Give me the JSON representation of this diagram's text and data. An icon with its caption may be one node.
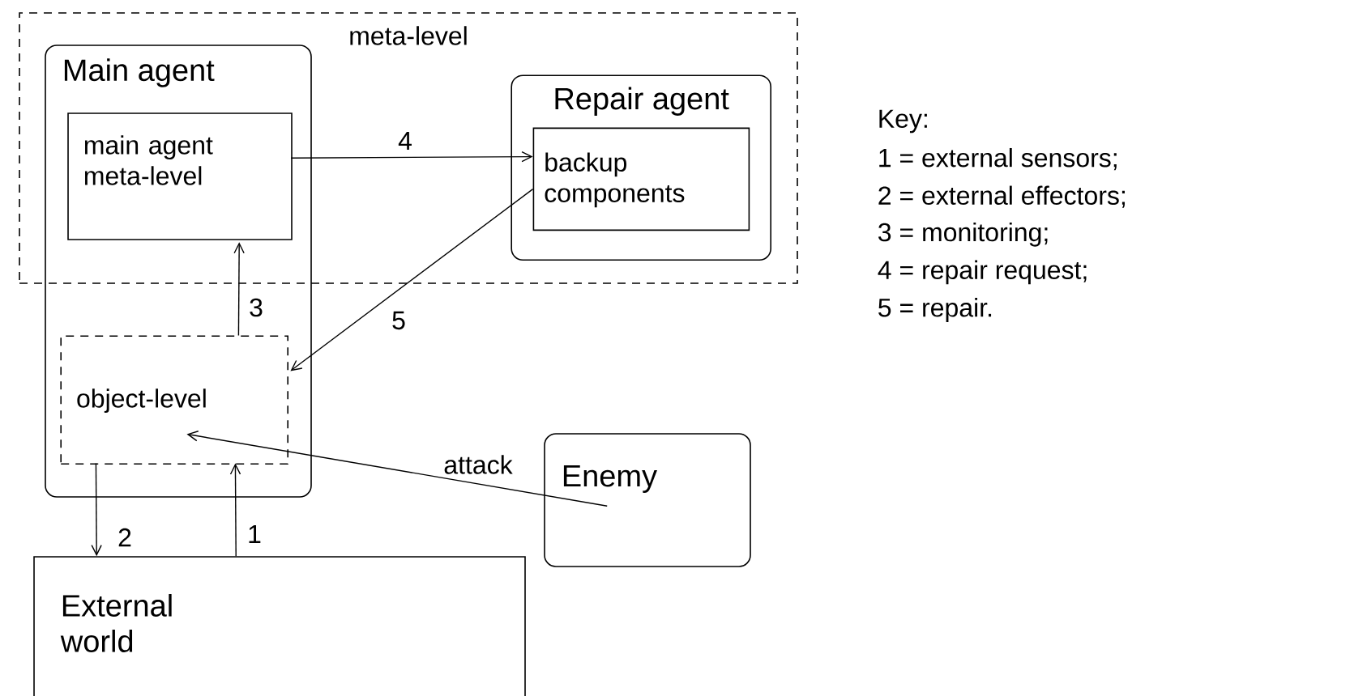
{
  "diagram": {
    "nodes": [
      {
        "text": [
          "meta-level"
        ]
      },
      {
        "text": [
          "Main agent"
        ]
      },
      {
        "text": [
          "main agent meta-level"
        ]
      },
      {
        "text": [
          "Repair agent"
        ],
        "in": 0
      },
      {
        "text": [
          "backup components"
        ],
        "in": 3
      },
      {
        "text": [
          "object-level"
        ],
        "in": 1
      },
      {
        "text": [
          "Enemy"
        ]
      },
      {
        "text": [
          "External world"
        ]
      }
    ],
    "edges": [
      {
        "from": 2,
        "to": 4,
        "arrow": "to",
        "label": "4"
      },
      {
        "from": 5,
        "to": 2,
        "arrow": "to",
        "label": "3"
      },
      {
        "from": 4,
        "to": 5,
        "arrow": "to",
        "label": "5"
      },
      {
        "from": 6,
        "to": 5,
        "arrow": "to",
        "label": "attack"
      },
      {
        "from": 5,
        "to": 7,
        "arrow": "to",
        "label": "2"
      },
      {
        "from": 7,
        "to": 5,
        "arrow": "to",
        "label": "1"
      }
    ],
    "labels": [
      "Key:",
      "1 = external sensors;",
      "2 = external effectors;",
      "3 = monitoring;",
      "4 = repair request;",
      "5 = repair."
    ]
  }
}
